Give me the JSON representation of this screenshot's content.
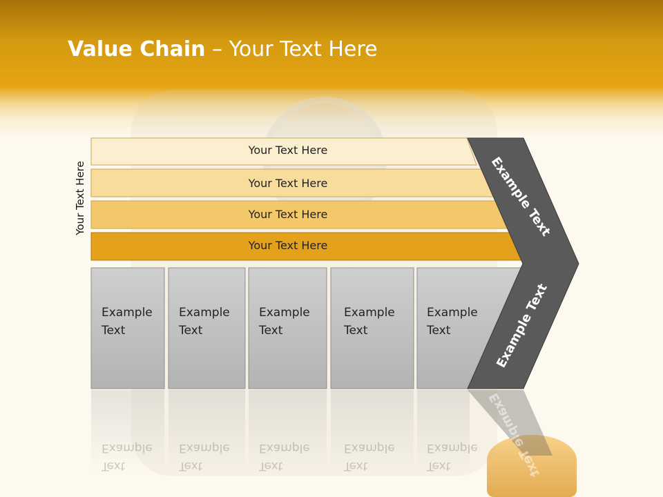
{
  "title": {
    "bold": "Value Chain",
    "rest": " – Your Text Here"
  },
  "side_label": "Your Text Here",
  "rows": [
    {
      "label": "Your Text Here",
      "color": "#fcefd0"
    },
    {
      "label": "Your Text Here",
      "color": "#f8dc9c"
    },
    {
      "label": "Your Text Here",
      "color": "#f2c86a"
    },
    {
      "label": "Your Text Here",
      "color": "#e3a11c"
    }
  ],
  "boxes": [
    {
      "line1": "Example",
      "line2": "Text"
    },
    {
      "line1": "Example",
      "line2": "Text"
    },
    {
      "line1": "Example",
      "line2": "Text"
    },
    {
      "line1": "Example",
      "line2": "Text"
    },
    {
      "line1": "Example",
      "line2": "Text"
    }
  ],
  "arrow": {
    "top_label": "Example Text",
    "bottom_label": "Example Text",
    "color": "#5a5a5a"
  },
  "box_color": "#bdbdbd"
}
